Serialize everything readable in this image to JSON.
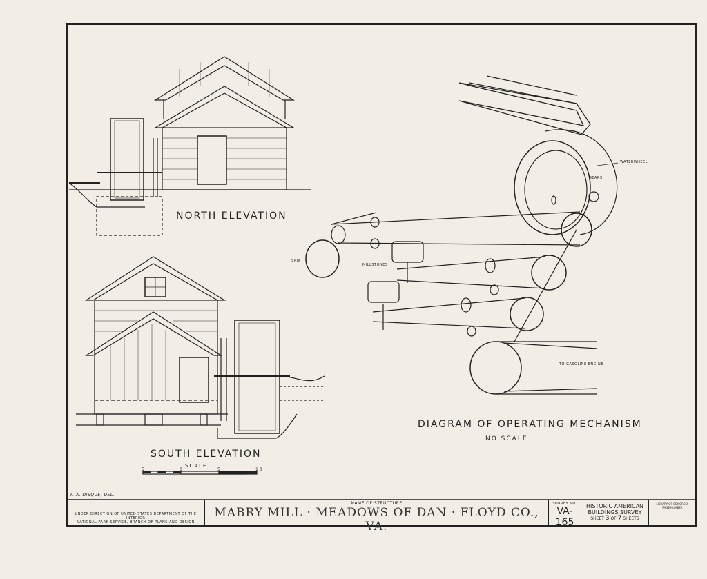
{
  "drawings": {
    "north_elevation": {
      "title": "NORTH ELEVATION"
    },
    "south_elevation": {
      "title": "SOUTH ELEVATION",
      "scale_title": "SCALE",
      "scale_ticks": [
        "5'",
        "0'",
        "5'",
        "10'"
      ]
    },
    "mechanism": {
      "title": "DIAGRAM OF OPERATING MECHANISM",
      "subtitle": "NO SCALE",
      "labels": {
        "waterwheel": "WATERWHEEL",
        "gears": "GEARS",
        "saw": "SAW",
        "millstones": "MILLSTONES",
        "engine": "TO GASOLINE ENGINE"
      }
    }
  },
  "delineator": "F. A. DISQUE, DEL.",
  "title_block": {
    "direction": "UNDER DIRECTION OF UNITED STATES DEPARTMENT OF THE INTERIOR",
    "service": "NATIONAL PARK SERVICE, BRANCH OF PLANS AND DESIGN",
    "name_label": "NAME OF STRUCTURE",
    "name": "MABRY MILL · MEADOWS OF DAN · FLOYD CO., VA.",
    "survey_label": "SURVEY NO.",
    "survey_no": "VA-165",
    "habs_line1": "HISTORIC AMERICAN",
    "habs_line2": "BUILDINGS SURVEY",
    "sheet_word": "SHEET",
    "sheet_no": "3",
    "of_word": "OF",
    "sheet_total": "7",
    "sheets_word": "SHEETS",
    "loc_line1": "LIBRARY OF CONGRESS",
    "loc_line2": "PAGE NUMBER"
  }
}
